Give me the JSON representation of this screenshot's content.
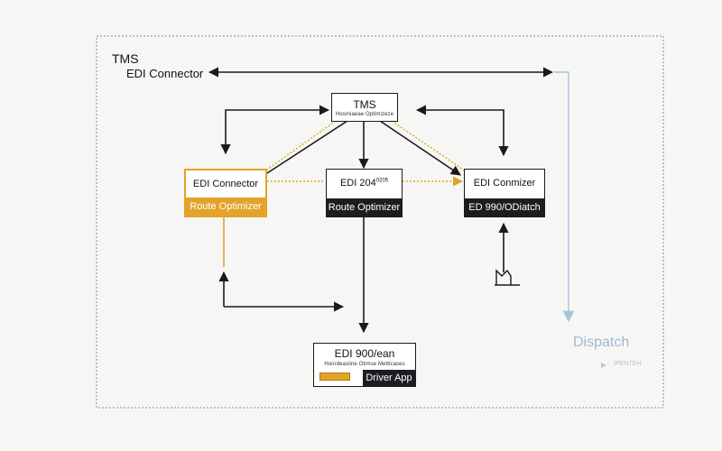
{
  "labels": {
    "tms_top": "TMS",
    "edi_connector_top": "EDI Connector",
    "dispatch": "Dispatch",
    "dispatch_sub": "IPENTEH"
  },
  "nodes": {
    "tms": {
      "title": "TMS",
      "subtitle": "Hosmiaeae Optimizeze"
    },
    "edi_connector": {
      "title": "EDI Connector",
      "footer": "Route Optimizer"
    },
    "edi_204": {
      "title": "EDI 204",
      "superscript": "0205",
      "footer": "Route Optimizer"
    },
    "edi_conmizer": {
      "title": "EDI Conmizer",
      "footer": "ED 990/ODiatch"
    },
    "edi_900": {
      "title": "EDI 900/ean",
      "subtitle": "Hoordeasiine Otimse Metticases",
      "tag": "",
      "footer": "Driver App"
    }
  },
  "colors": {
    "accent": "#e3a22a",
    "dark": "#1b1d21",
    "line": "#1a1a1a",
    "dispatch": "#a9c3d6"
  }
}
